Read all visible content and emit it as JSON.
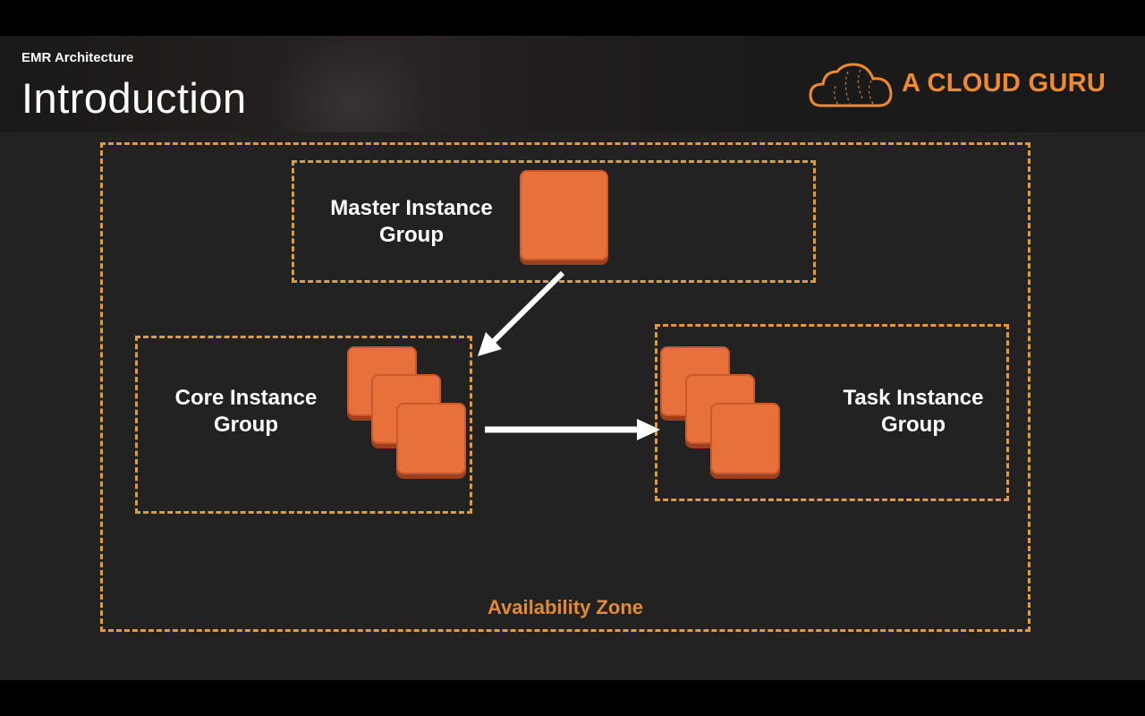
{
  "header": {
    "subtitle": "EMR Architecture",
    "title": "Introduction",
    "brand": "A CLOUD GURU"
  },
  "diagram": {
    "master_group": "Master Instance\nGroup",
    "core_group": "Core Instance\nGroup",
    "task_group": "Task Instance\nGroup",
    "zone_label": "Availability Zone"
  },
  "colors": {
    "accent": "#e49b34",
    "node": "#e8703a",
    "brand": "#ef8a31"
  },
  "icons": [
    "cloud-logo-icon",
    "ec2-instance-icon",
    "arrow-icon"
  ]
}
